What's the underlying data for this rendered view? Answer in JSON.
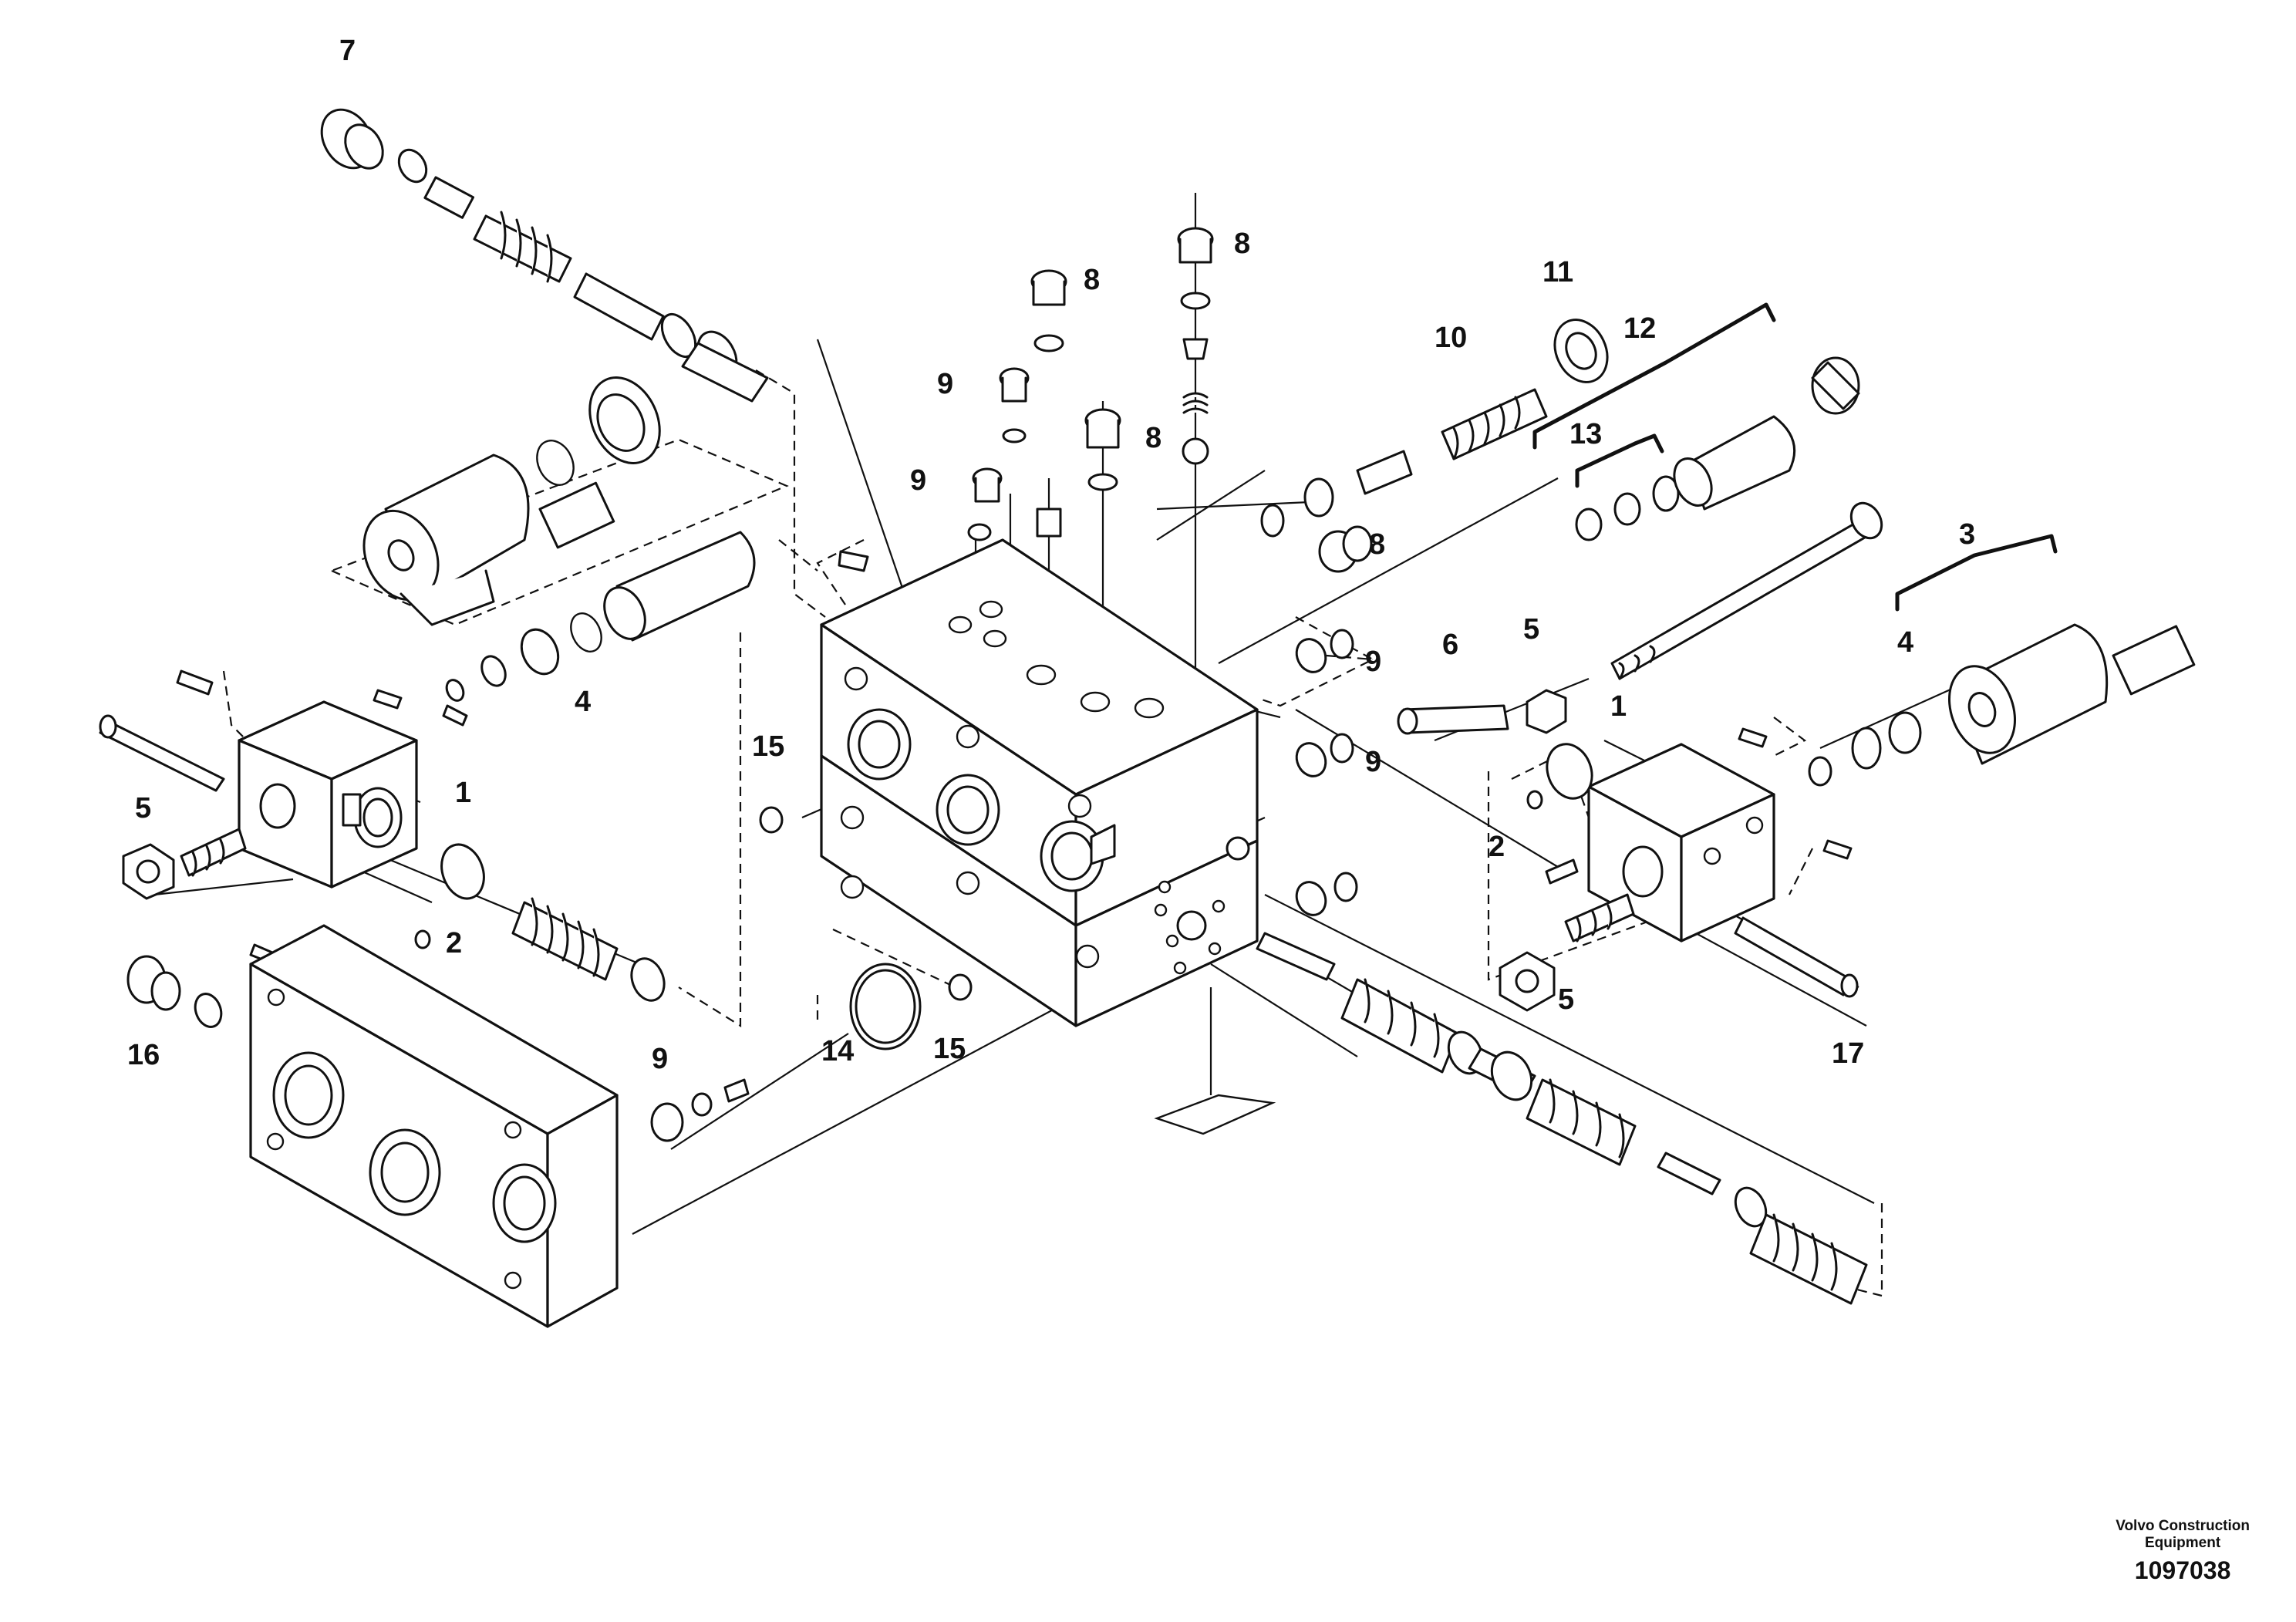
{
  "callouts": [
    "7",
    "8",
    "8",
    "8",
    "8",
    "9",
    "9",
    "9",
    "9",
    "10",
    "11",
    "12",
    "13",
    "3",
    "4",
    "4",
    "5",
    "5",
    "5",
    "6",
    "1",
    "1",
    "2",
    "2",
    "15",
    "15",
    "14",
    "16",
    "9",
    "17"
  ],
  "footer": {
    "brand_line1": "Volvo Construction",
    "brand_line2": "Equipment",
    "image_code": "1097038"
  }
}
